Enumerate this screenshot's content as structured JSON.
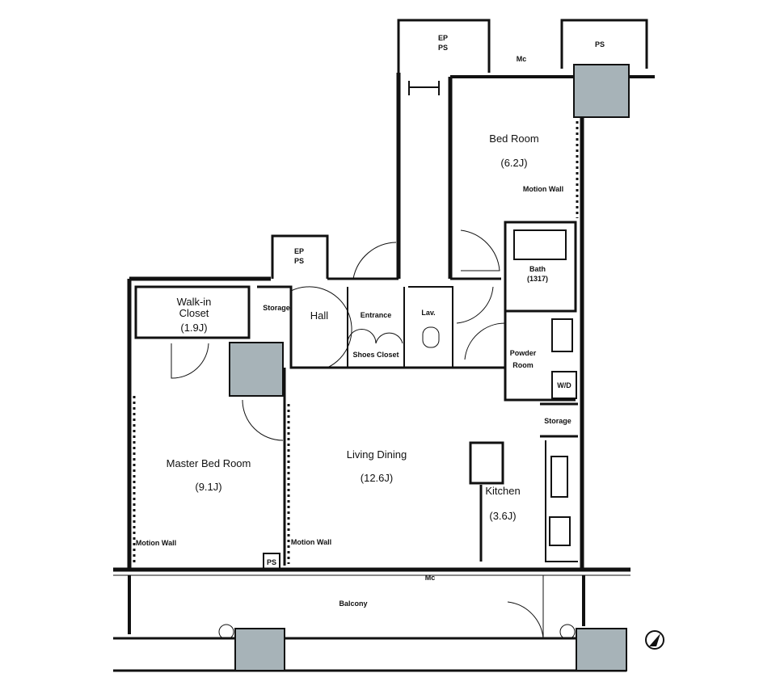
{
  "rooms": {
    "bed_room": {
      "name": "Bed Room",
      "size": "(6.2J)"
    },
    "master_bed_room": {
      "name": "Master Bed Room",
      "size": "(9.1J)"
    },
    "living_dining": {
      "name": "Living Dining",
      "size": "(12.6J)"
    },
    "kitchen": {
      "name": "Kitchen",
      "size": "(3.6J)"
    },
    "walk_in_closet": {
      "name1": "Walk-in",
      "name2": "Closet",
      "size": "(1.9J)"
    },
    "bath": {
      "name": "Bath",
      "size": "(1317)"
    },
    "powder_room": {
      "name1": "Powder",
      "name2": "Room"
    },
    "hall": "Hall",
    "entrance": "Entrance",
    "lav": "Lav.",
    "shoes_closet": "Shoes Closet",
    "storage_hall": "Storage",
    "storage_kitchen": "Storage",
    "wd": "W/D",
    "balcony": "Balcony"
  },
  "labels": {
    "ep": "EP",
    "ps": "PS",
    "mc_top": "Mc",
    "mc_bottom": "Mc",
    "motion_wall": "Motion Wall",
    "ps_small": "PS"
  },
  "colors": {
    "column": "#a7b3b8",
    "wall": "#111111"
  }
}
